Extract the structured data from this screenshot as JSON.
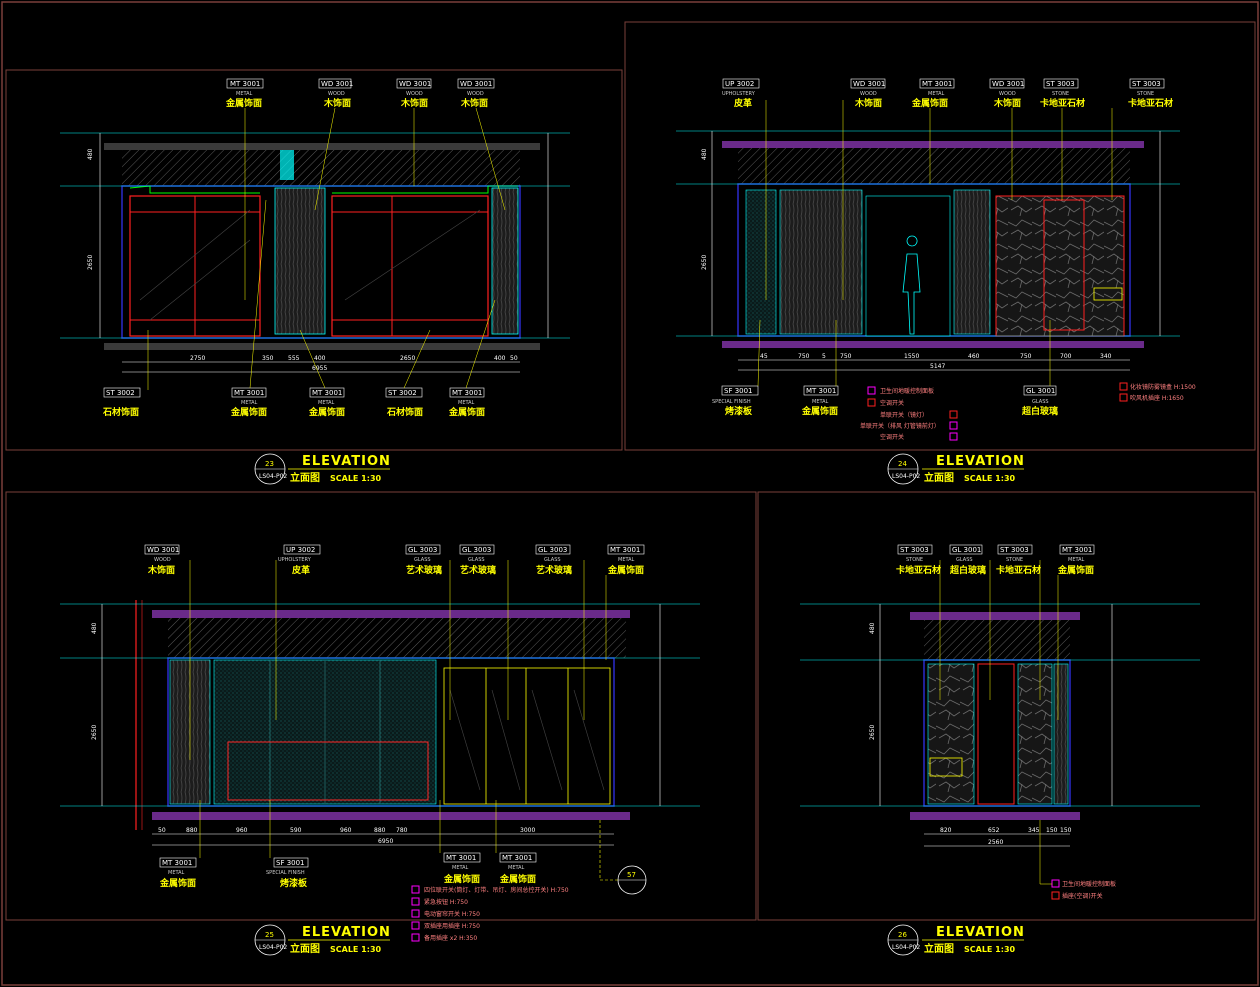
{
  "colors": {
    "background": "#000000",
    "frame": "#7a3f3a",
    "yellow": "#ffff00",
    "cyan": "#00ffff",
    "red": "#ff2020",
    "purple": "#8a2be2",
    "green": "#00ff00",
    "hatch": "#555555",
    "wood": "#2b2b2b"
  },
  "sheets": [
    {
      "id": "s23",
      "ref_num": "23",
      "ref_sheet": "LS04-P02",
      "title_en": "ELEVATION",
      "title_cn": "立面图",
      "scale": "SCALE  1:30",
      "top_tags": [
        {
          "code": "MT 3001",
          "en": "METAL",
          "cn": "金属饰面"
        },
        {
          "code": "WD 3001",
          "en": "WOOD",
          "cn": "木饰面"
        },
        {
          "code": "WD 3001",
          "en": "WOOD",
          "cn": "木饰面"
        },
        {
          "code": "WD 3001",
          "en": "WOOD",
          "cn": "木饰面"
        }
      ],
      "bottom_tags": [
        {
          "code": "ST 3002",
          "en": "",
          "cn": "石材饰面"
        },
        {
          "code": "MT 3001",
          "en": "METAL",
          "cn": "金属饰面"
        },
        {
          "code": "MT 3001",
          "en": "METAL",
          "cn": "金属饰面"
        },
        {
          "code": "ST 3002",
          "en": "",
          "cn": "石材饰面"
        },
        {
          "code": "MT 3001",
          "en": "METAL",
          "cn": "金属饰面"
        }
      ],
      "dims": [
        "2750",
        "350",
        "555",
        "400",
        "2650",
        "400",
        "50"
      ],
      "total": "6955",
      "heights": [
        "480",
        "2650"
      ],
      "legend": []
    },
    {
      "id": "s24",
      "ref_num": "24",
      "ref_sheet": "LS04-P02",
      "title_en": "ELEVATION",
      "title_cn": "立面图",
      "scale": "SCALE  1:30",
      "top_tags": [
        {
          "code": "UP 3002",
          "en": "UPHOLSTERY",
          "cn": "皮革"
        },
        {
          "code": "WD 3001",
          "en": "WOOD",
          "cn": "木饰面"
        },
        {
          "code": "MT 3001",
          "en": "METAL",
          "cn": "金属饰面"
        },
        {
          "code": "WD 3001",
          "en": "WOOD",
          "cn": "木饰面"
        },
        {
          "code": "ST 3003",
          "en": "STONE",
          "cn": "卡地亚石材"
        },
        {
          "code": "ST 3003",
          "en": "STONE",
          "cn": "卡地亚石材"
        }
      ],
      "bottom_tags": [
        {
          "code": "SF 3001",
          "en": "SPECIAL FINISH",
          "cn": "烤漆板"
        },
        {
          "code": "MT 3001",
          "en": "METAL",
          "cn": "金属饰面"
        },
        {
          "code": "GL 3001",
          "en": "GLASS",
          "cn": "超白玻璃"
        }
      ],
      "dims": [
        "45",
        "750",
        "5",
        "750",
        "1550",
        "460",
        "750",
        "700",
        "340"
      ],
      "total": "5147",
      "heights": [
        "480",
        "2650"
      ],
      "legend": [
        {
          "color": "#ff00ff",
          "text": "卫生间地暖控制面板"
        },
        {
          "color": "#ff2020",
          "text": "空调开关"
        },
        {
          "color": "#ff2020",
          "text": "单联开关（镜灯）"
        },
        {
          "color": "#ff00ff",
          "text": "单联开关（排风 灯管镜前灯）"
        },
        {
          "color": "#ff00ff",
          "text": "空调开关"
        }
      ],
      "legend2": [
        {
          "color": "#ff2020",
          "text": "化妆镜防雾镜盒  H:1500"
        },
        {
          "color": "#ff2020",
          "text": "吹风机插座  H:1650"
        }
      ]
    },
    {
      "id": "s25",
      "ref_num": "25",
      "ref_sheet": "LS04-P02",
      "title_en": "ELEVATION",
      "title_cn": "立面图",
      "scale": "SCALE  1:30",
      "top_tags": [
        {
          "code": "WD 3001",
          "en": "WOOD",
          "cn": "木饰面"
        },
        {
          "code": "UP 3002",
          "en": "UPHOLSTERY",
          "cn": "皮革"
        },
        {
          "code": "GL 3003",
          "en": "GLASS",
          "cn": "艺术玻璃"
        },
        {
          "code": "GL 3003",
          "en": "GLASS",
          "cn": "艺术玻璃"
        },
        {
          "code": "GL 3003",
          "en": "GLASS",
          "cn": "艺术玻璃"
        },
        {
          "code": "MT 3001",
          "en": "METAL",
          "cn": "金属饰面"
        }
      ],
      "bottom_tags": [
        {
          "code": "MT 3001",
          "en": "METAL",
          "cn": "金属饰面"
        },
        {
          "code": "SF 3001",
          "en": "SPECIAL FINISH",
          "cn": "烤漆板"
        },
        {
          "code": "MT 3001",
          "en": "METAL",
          "cn": "金属饰面"
        },
        {
          "code": "MT 3001",
          "en": "METAL",
          "cn": "金属饰面"
        }
      ],
      "dims": [
        "50",
        "880",
        "960",
        "590",
        "960",
        "880",
        "780",
        "3000"
      ],
      "total": "6950",
      "heights": [
        "480",
        "2650"
      ],
      "legend": [
        {
          "color": "#ff00ff",
          "text": "四位联开关(筒灯、灯带、吊灯、房间总控开关)  H:750"
        },
        {
          "color": "#ff00ff",
          "text": "紧急按钮  H:750"
        },
        {
          "color": "#ff00ff",
          "text": "电动窗帘开关  H:750"
        },
        {
          "color": "#ff00ff",
          "text": "双插座用插座  H:750"
        },
        {
          "color": "#ff00ff",
          "text": "备用插座 x2  H:350"
        }
      ],
      "callout": "57"
    },
    {
      "id": "s26",
      "ref_num": "26",
      "ref_sheet": "LS04-P02",
      "title_en": "ELEVATION",
      "title_cn": "立面图",
      "scale": "SCALE  1:30",
      "top_tags": [
        {
          "code": "ST 3003",
          "en": "STONE",
          "cn": "卡地亚石材"
        },
        {
          "code": "GL 3001",
          "en": "GLASS",
          "cn": "超白玻璃"
        },
        {
          "code": "ST 3003",
          "en": "STONE",
          "cn": "卡地亚石材"
        },
        {
          "code": "MT 3001",
          "en": "METAL",
          "cn": "金属饰面"
        }
      ],
      "bottom_tags": [],
      "dims": [
        "820",
        "652",
        "345",
        "150",
        "150"
      ],
      "total": "2560",
      "heights": [
        "480",
        "2650"
      ],
      "legend": [
        {
          "color": "#ff00ff",
          "text": "卫生间地暖控制面板"
        },
        {
          "color": "#ff2020",
          "text": "插座(空调)开关"
        }
      ]
    }
  ]
}
